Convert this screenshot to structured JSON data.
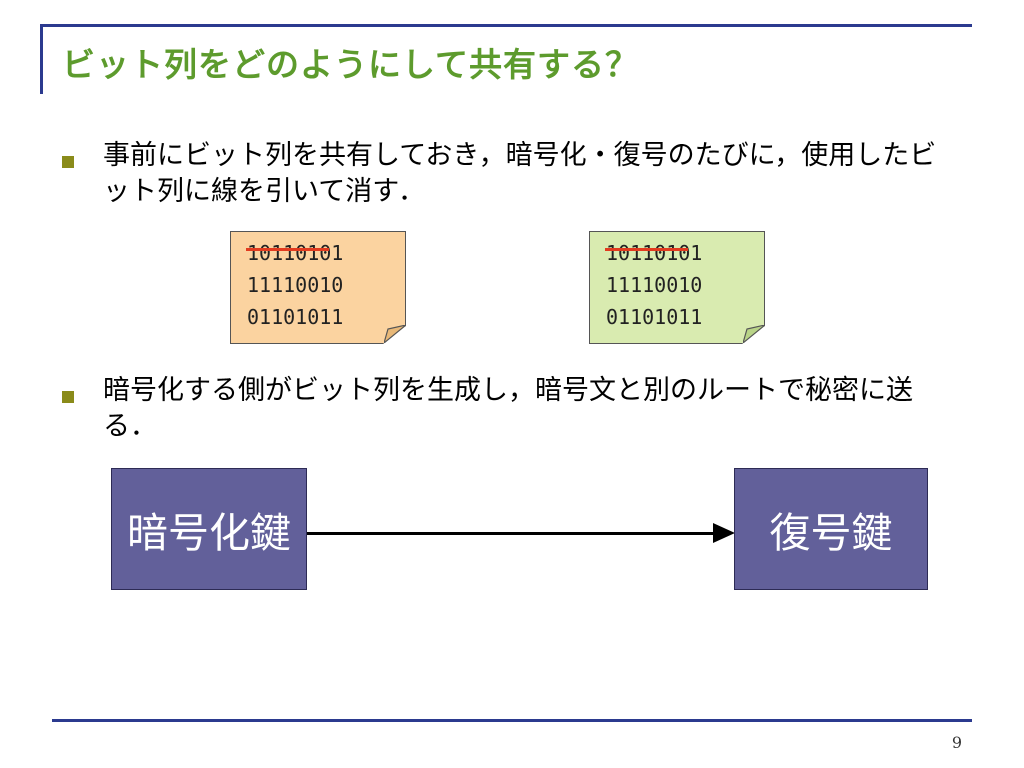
{
  "slide": {
    "title": "ビット列をどのようにして共有する？",
    "page_number": "9",
    "bullets": [
      {
        "text": "事前にビット列を共有しておき，暗号化・復号のたびに，使用したビット列に線を引いて消す．"
      },
      {
        "text": "暗号化する側がビット列を生成し，暗号文と別のルートで秘密に送る．"
      }
    ],
    "notes": [
      {
        "color": "#fbd3a0",
        "lines": [
          "10110101",
          "11110010",
          "01101011"
        ]
      },
      {
        "color": "#d9ebb0",
        "lines": [
          "10110101",
          "11110010",
          "01101011"
        ]
      }
    ],
    "flow": {
      "left_label": "暗号化鍵",
      "right_label": "復号鍵"
    },
    "colors": {
      "title": "#5d9b2d",
      "rule": "#2b3a8f",
      "strike": "#e23b1f",
      "key_box": "#62609a"
    }
  }
}
